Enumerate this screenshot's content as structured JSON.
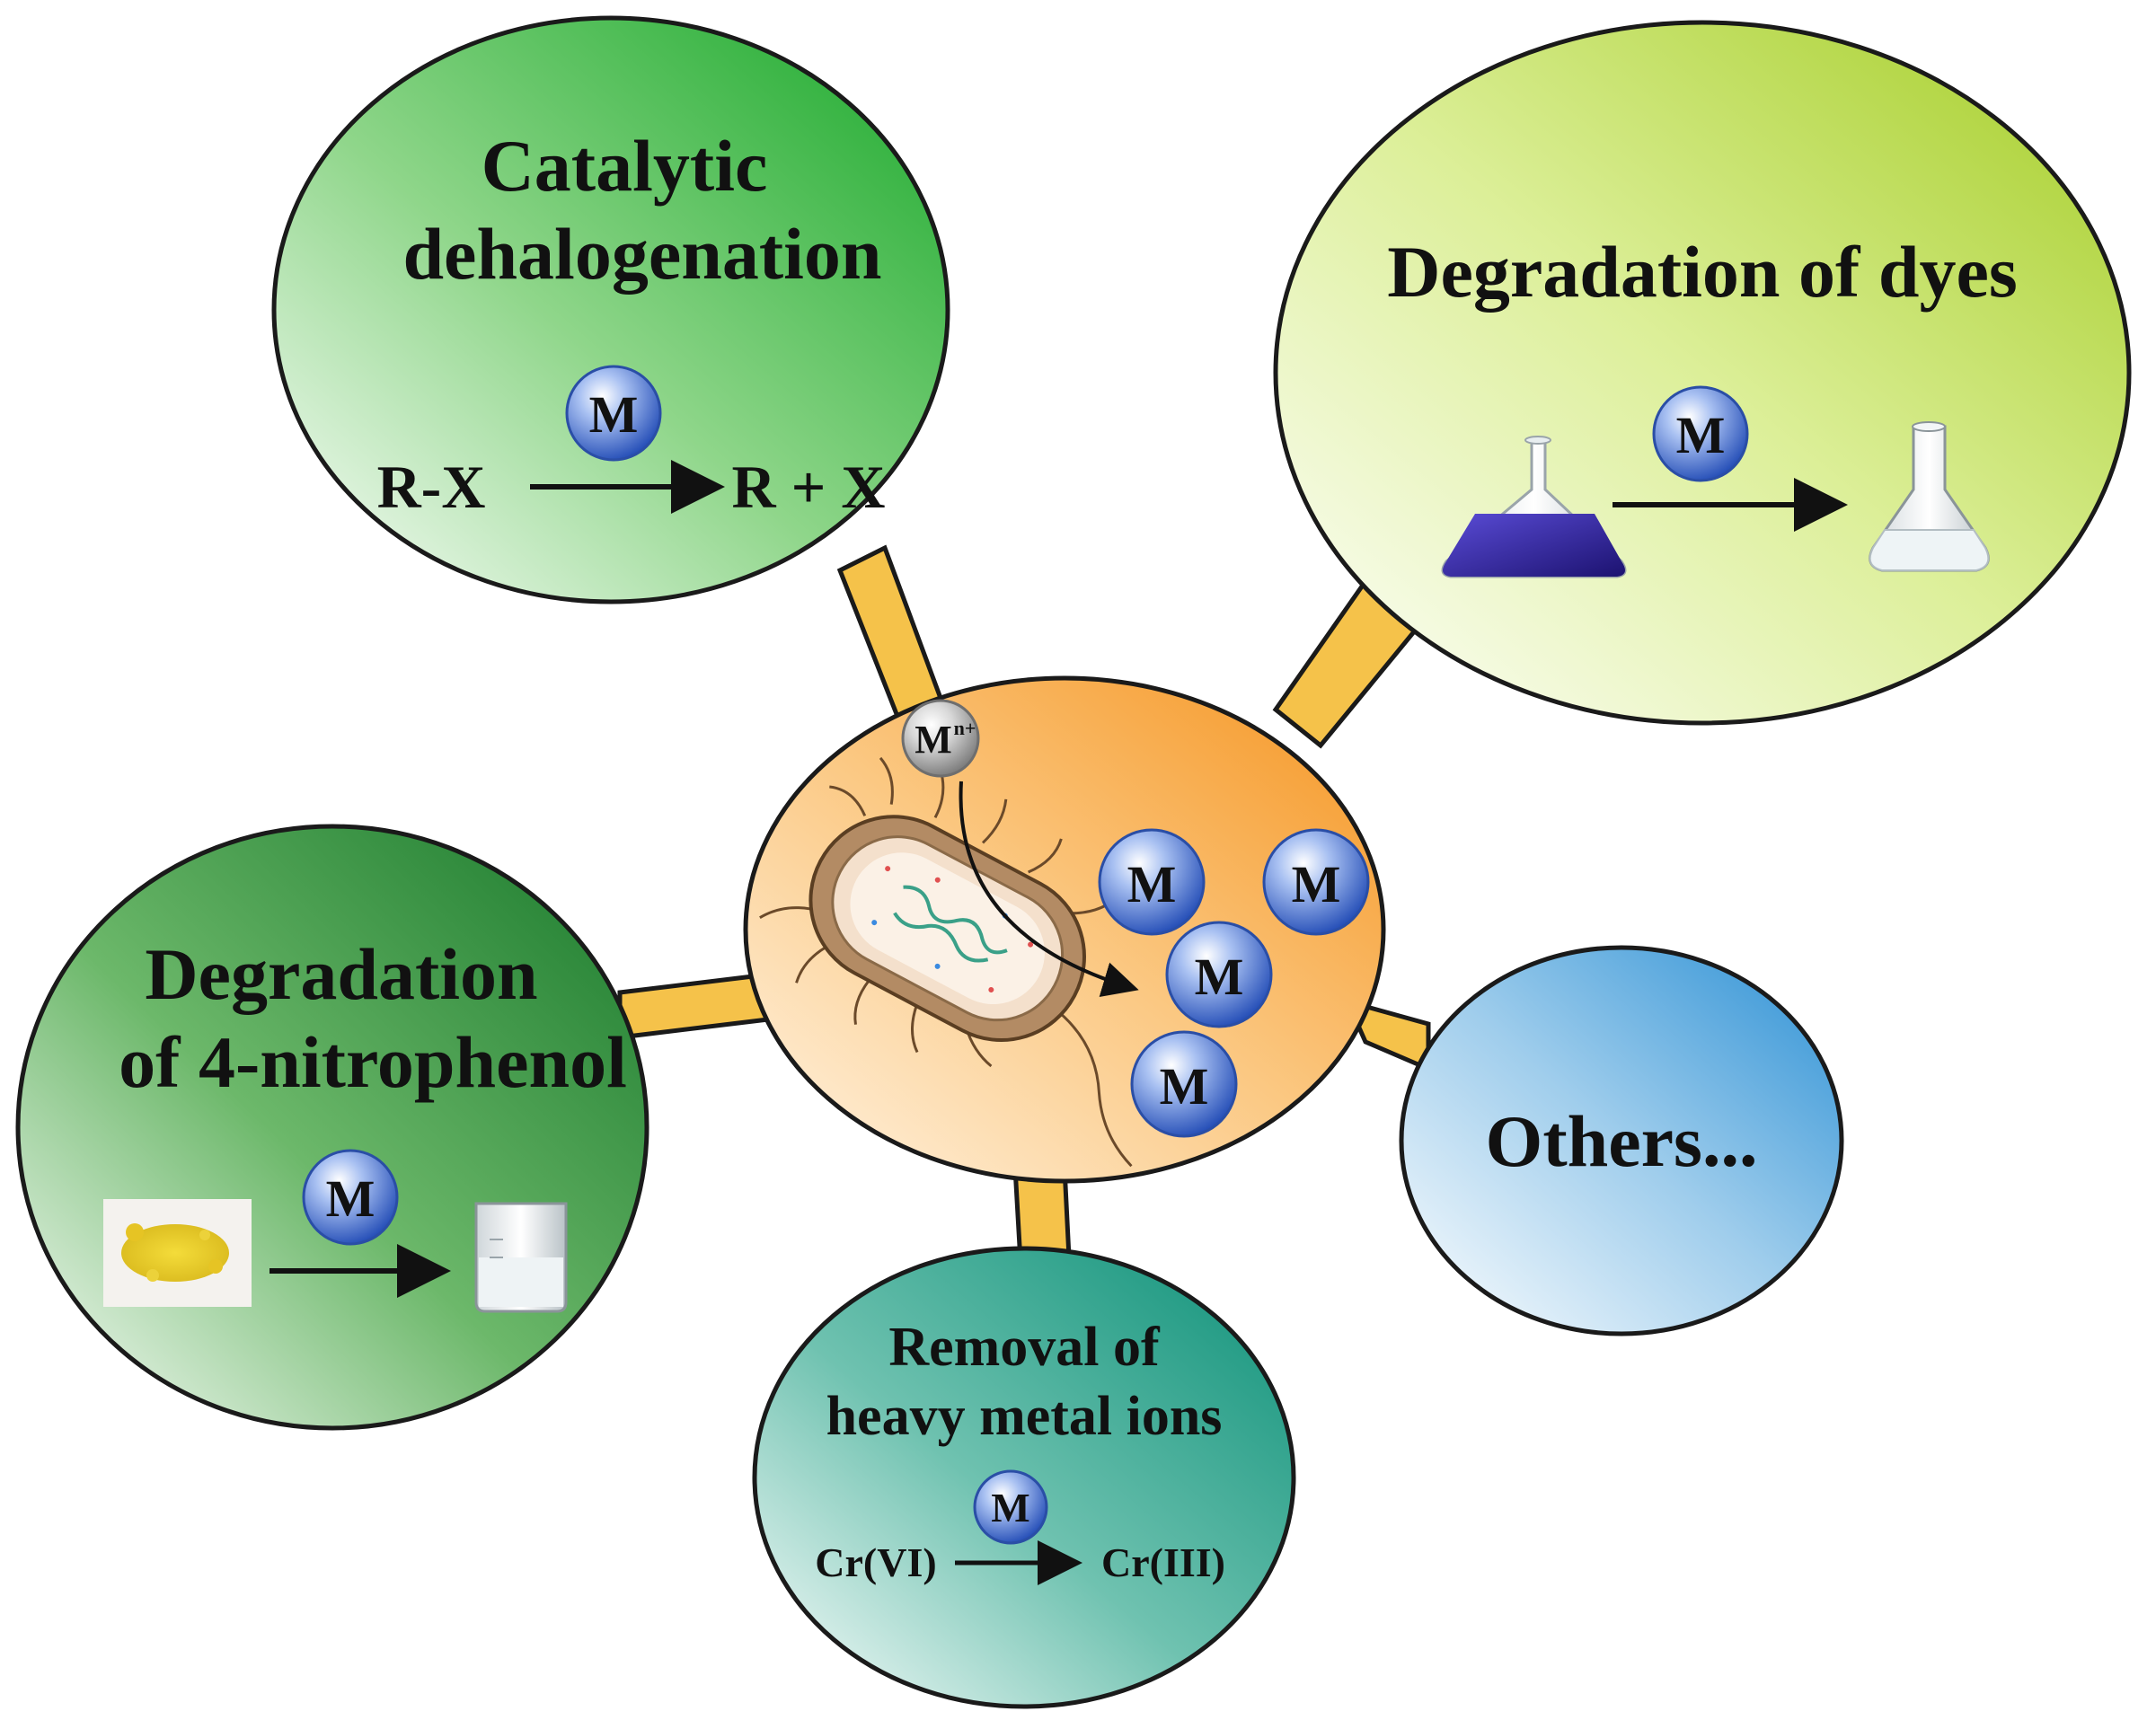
{
  "center": {
    "ion_label": "M",
    "ion_charge": "n+",
    "particle_label": "M"
  },
  "bubbles": {
    "dehalogenation": {
      "title_line1": "Catalytic",
      "title_line2": "dehalogenation",
      "reactant": "R-X",
      "catalyst": "M",
      "product": "R + X"
    },
    "dyes": {
      "title": "Degradation of dyes",
      "catalyst": "M"
    },
    "nitrophenol": {
      "title_line1": "Degradation",
      "title_line2": "of 4-nitrophenol",
      "catalyst": "M"
    },
    "heavy_metals": {
      "title_line1": "Removal of",
      "title_line2": "heavy metal ions",
      "reactant": "Cr(VI)",
      "catalyst": "M",
      "product": "Cr(III)"
    },
    "others": {
      "title": "Others..."
    }
  },
  "colors": {
    "dehalogenation": "#2eae3c",
    "dyes": "#b2d63a",
    "nitrophenol": "#1f8a34",
    "heavy_metals": "#139682",
    "others": "#3a98d6",
    "center": "#f7a23a",
    "connector": "#f5c24a",
    "ball": "#2f5fc4",
    "ion_ball": "#8a8a8a",
    "dye_liquid": "#2a1c8c",
    "powder": "#e8cc2a"
  }
}
